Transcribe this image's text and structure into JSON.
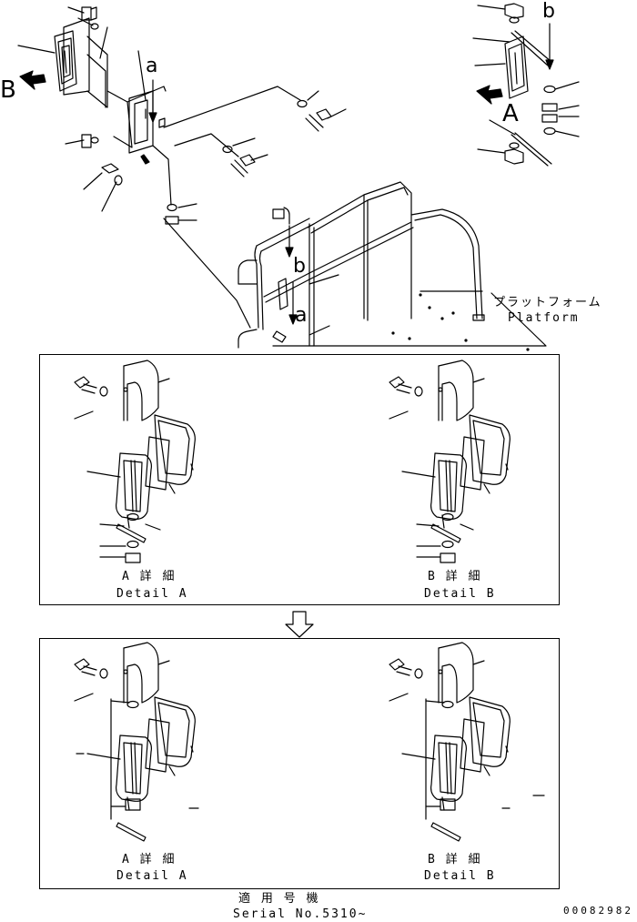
{
  "view_letters": {
    "A": "A",
    "B": "B",
    "a": "a",
    "b": "b"
  },
  "platform": {
    "jp": "プラットフォーム",
    "en": "Platform"
  },
  "panels": {
    "upper": {
      "detail_a": {
        "jp": "A 詳 細",
        "en": "Detail A"
      },
      "detail_b": {
        "jp": "B 詳 細",
        "en": "Detail B"
      }
    },
    "lower": {
      "detail_a": {
        "jp": "A 詳 細",
        "en": "Detail A"
      },
      "detail_b": {
        "jp": "B 詳 細",
        "en": "Detail B"
      }
    }
  },
  "serial": {
    "jp": "適 用 号 機",
    "en": "Serial No.5310~"
  },
  "drawing_code": "00082982"
}
